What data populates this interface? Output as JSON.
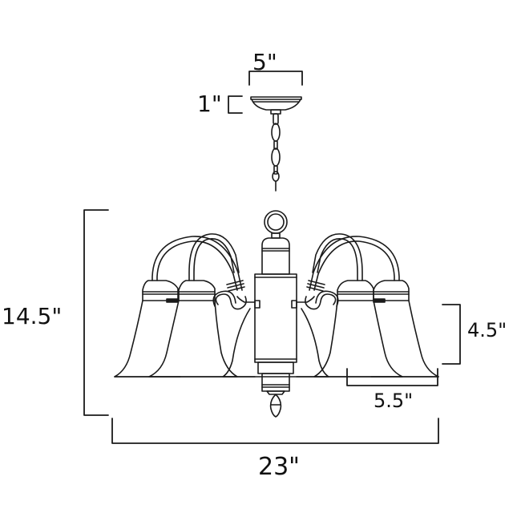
{
  "diagram": {
    "subject": "Five-light chandelier dimension drawing",
    "colors": {
      "line": "#1a1a1a",
      "background": "#ffffff"
    },
    "dimensions": {
      "canopy_width": "5\"",
      "canopy_height": "1\"",
      "fixture_height": "14.5\"",
      "shade_height": "4.5\"",
      "shade_width": "5.5\"",
      "fixture_width": "23\""
    }
  }
}
